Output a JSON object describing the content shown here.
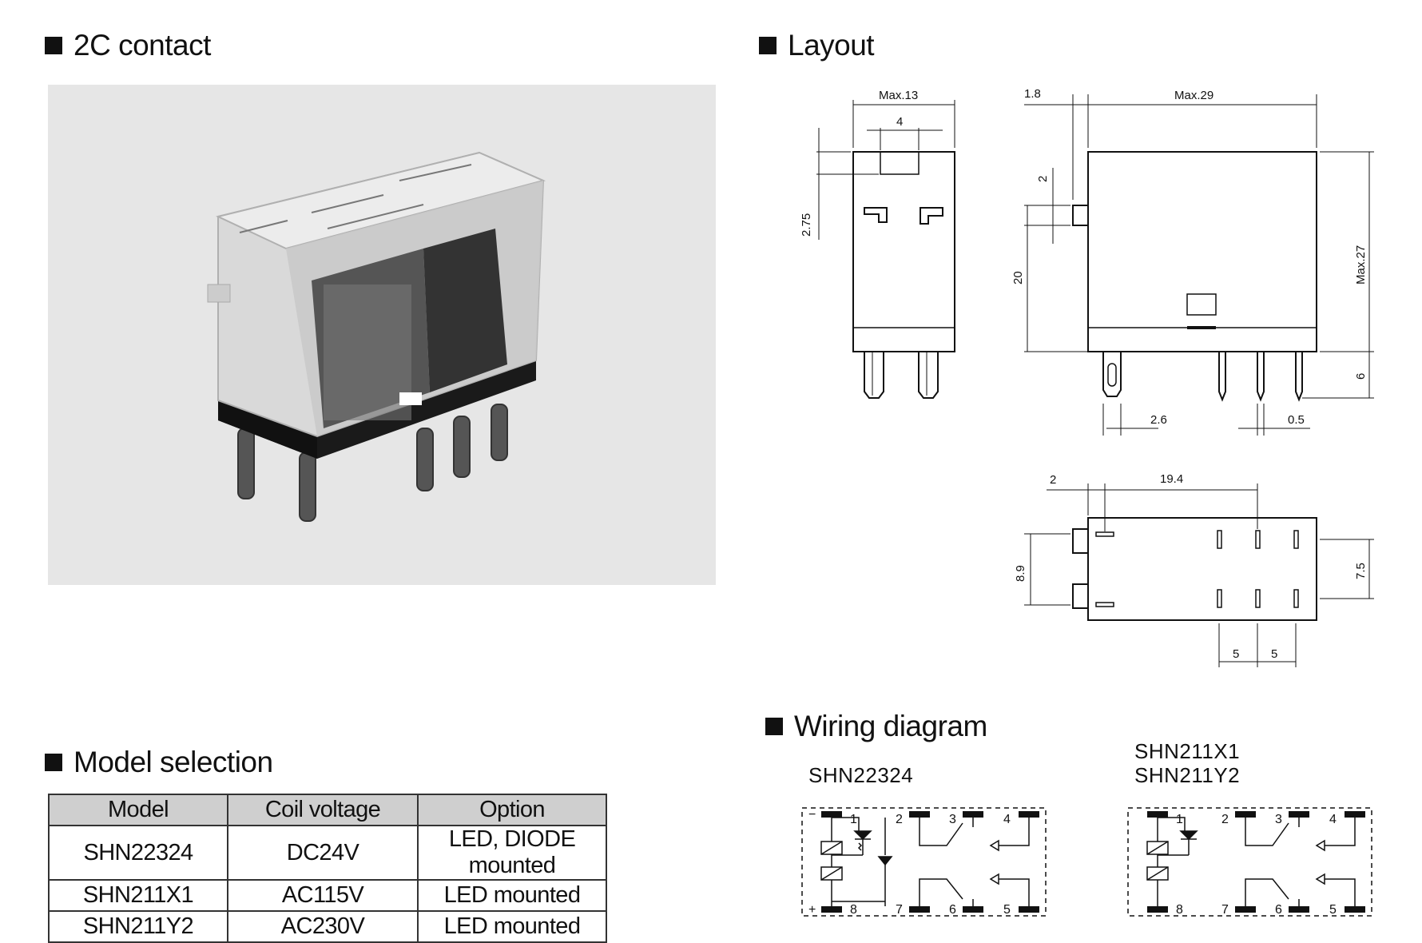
{
  "headings": {
    "contact": "2C contact",
    "layout": "Layout",
    "model_selection": "Model selection",
    "wiring": "Wiring diagram"
  },
  "model_table": {
    "columns": [
      "Model",
      "Coil voltage",
      "Option"
    ],
    "rows": [
      [
        "SHN22324",
        "DC24V",
        "LED, DIODE mounted"
      ],
      [
        "SHN211X1",
        "AC115V",
        "LED mounted"
      ],
      [
        "SHN211Y2",
        "AC230V",
        "LED mounted"
      ]
    ]
  },
  "layout_dims": {
    "side_width": "Max.13",
    "side_inner": "4",
    "side_top_offset": "2.75",
    "front_left": "1.8",
    "front_width": "Max.29",
    "front_tab": "2",
    "front_tab_height": "20",
    "front_height": "Max.27",
    "pin_length": "6",
    "pin_gap": "2.6",
    "pin_width": "0.5",
    "bottom_left": "2",
    "bottom_span": "19.4",
    "bottom_height": "8.9",
    "bottom_pin_rows": "7.5",
    "bottom_pitch_1": "5",
    "bottom_pitch_2": "5"
  },
  "wiring": {
    "left_title": "SHN22324",
    "right_title_1": "SHN211X1",
    "right_title_2": "SHN211Y2",
    "pins": [
      "1",
      "2",
      "3",
      "4",
      "5",
      "6",
      "7",
      "8"
    ],
    "minus": "−",
    "plus": "+"
  },
  "colors": {
    "ink": "#111111",
    "photo_bg": "#e6e6e6",
    "table_header": "#cfcfcf"
  }
}
